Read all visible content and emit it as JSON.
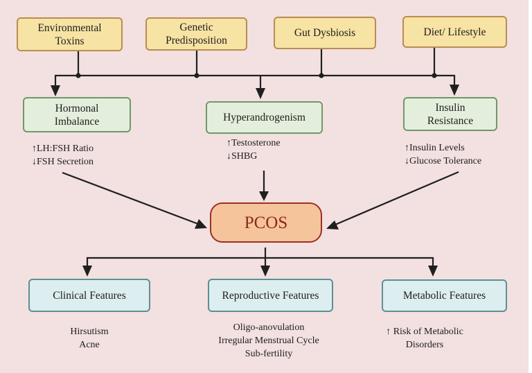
{
  "title": "PCOS etiology and features flowchart",
  "colors": {
    "background": "#f3e0e0",
    "cause_fill": "#f7e3a3",
    "mechanism_fill": "#e3efdc",
    "feature_fill": "#ddeef0",
    "pcos_fill": "#f6c49a",
    "pcos_text": "#8b2a1f",
    "line": "#1f1f1f"
  },
  "causes": [
    {
      "lines": [
        "Environmental",
        "Toxins"
      ]
    },
    {
      "lines": [
        "Genetic",
        "Predisposition"
      ]
    },
    {
      "lines": [
        "Gut Dysbiosis"
      ]
    },
    {
      "lines": [
        "Diet/ Lifestyle"
      ]
    }
  ],
  "mechanisms": [
    {
      "lines": [
        "Hormonal",
        "Imbalance"
      ],
      "notes": [
        "↑LH:FSH Ratio",
        "↓FSH Secretion"
      ]
    },
    {
      "lines": [
        "Hyperandrogenism"
      ],
      "notes": [
        "↑Testosterone",
        "↓SHBG"
      ]
    },
    {
      "lines": [
        "Insulin",
        "Resistance"
      ],
      "notes": [
        "↑Insulin Levels",
        "↓Glucose Tolerance"
      ]
    }
  ],
  "center": {
    "label": "PCOS"
  },
  "features": [
    {
      "label": "Clinical Features",
      "notes": [
        "Hirsutism",
        "Acne"
      ]
    },
    {
      "label": "Reproductive Features",
      "notes": [
        "Oligo-anovulation",
        "Irregular Menstrual Cycle",
        "Sub-fertility"
      ]
    },
    {
      "label": "Metabolic Features",
      "notes": [
        "↑ Risk of Metabolic",
        "Disorders"
      ]
    }
  ]
}
